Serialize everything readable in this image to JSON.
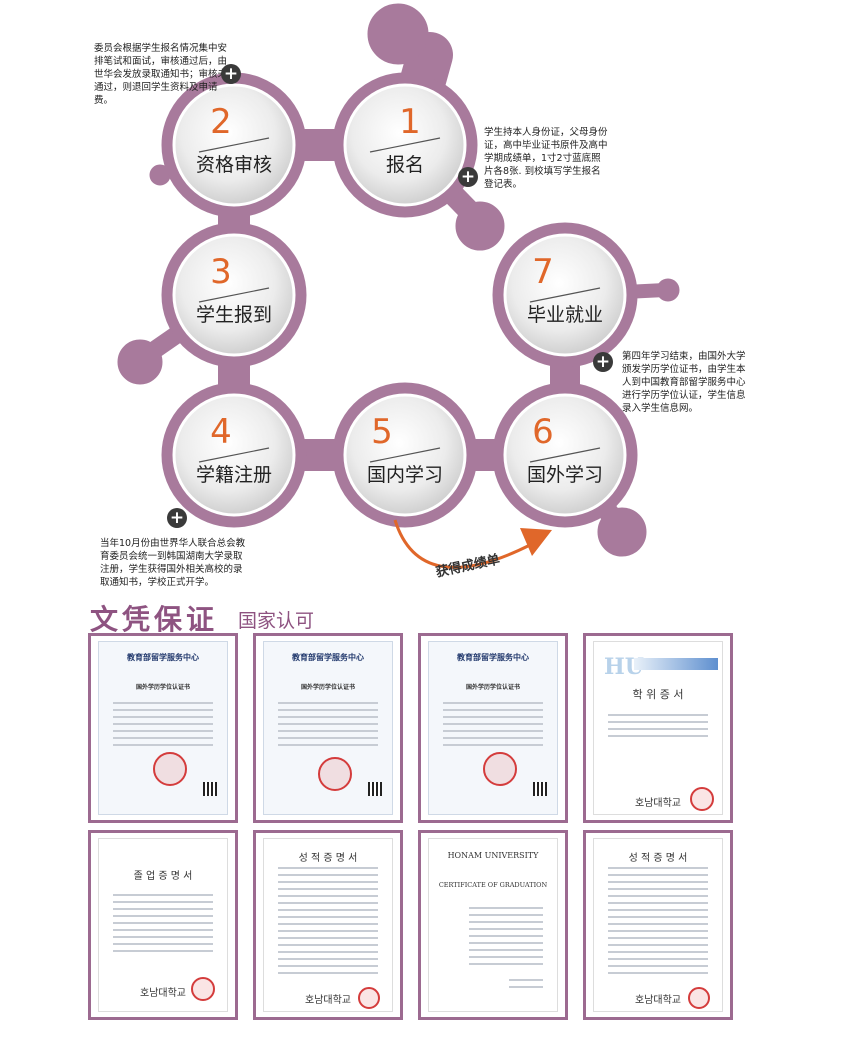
{
  "steps": [
    {
      "num": "1",
      "label": "报名"
    },
    {
      "num": "2",
      "label": "资格审核"
    },
    {
      "num": "3",
      "label": "学生报到"
    },
    {
      "num": "4",
      "label": "学籍注册"
    },
    {
      "num": "5",
      "label": "国内学习"
    },
    {
      "num": "6",
      "label": "国外学习"
    },
    {
      "num": "7",
      "label": "毕业就业"
    }
  ],
  "notes": {
    "review": "委员会根据学生报名情况集中安排笔试和面试，审核通过后，由世华会发放录取通知书；审核未通过，则退回学生资料及申请费。",
    "signup": "学生持本人身份证，父母身份证，高中毕业证书原件及高中学期成绩单，1寸2寸蓝底照片各8张. 到校填写学生报名登记表。",
    "graduate": "第四年学习结束，由国外大学颁发学历学位证书，由学生本人到中国教育部留学服务中心进行学历学位认证，学生信息录入学生信息网。",
    "register": "当年10月份由世界华人联合总会教育委员会统一到韩国湖南大学录取注册，学生获得国外相关高校的录取通知书，学校正式开学。"
  },
  "plus_symbol": "+",
  "arrow_label": "获得成绩单",
  "section": {
    "title": "文凭保证",
    "subtitle": "国家认可"
  },
  "certificates": {
    "moe_header": "教育部留学服务中心",
    "moe_title": "国外学历学位认证书",
    "kor_degree_title": "학 위 증 서",
    "kor_univ": "호남대학교",
    "kor_transcript_title": "성 적 증 명 서",
    "kor_grad_title": "졸 업 증 명 서",
    "honam_header": "HONAM UNIVERSITY",
    "honam_title": "CERTIFICATE OF GRADUATION",
    "hu_logo": "HU"
  },
  "colors": {
    "mauve": "#a87a9c",
    "mauve_dark": "#8e5381",
    "orange": "#e0672a"
  }
}
